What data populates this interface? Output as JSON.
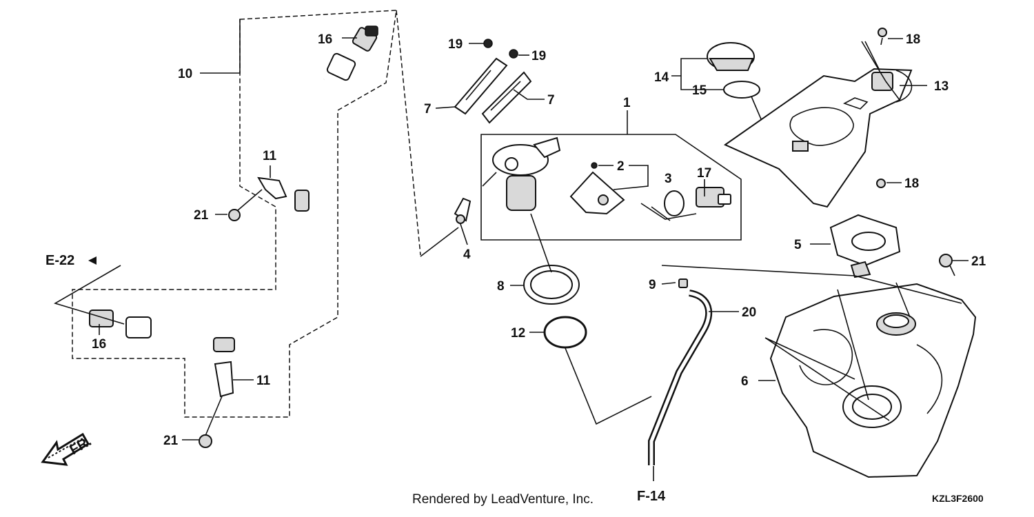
{
  "callouts": {
    "c1": "1",
    "c2": "2",
    "c3": "3",
    "c4": "4",
    "c5": "5",
    "c6": "6",
    "c7a": "7",
    "c7b": "7",
    "c8": "8",
    "c9": "9",
    "c10": "10",
    "c11a": "11",
    "c11b": "11",
    "c12": "12",
    "c13": "13",
    "c14": "14",
    "c15": "15",
    "c16a": "16",
    "c16b": "16",
    "c17": "17",
    "c18a": "18",
    "c18b": "18",
    "c19a": "19",
    "c19b": "19",
    "c20": "20",
    "c21a": "21",
    "c21b": "21",
    "c21c": "21"
  },
  "refs": {
    "e22": "E-22",
    "f14": "F-14",
    "front": "FR."
  },
  "footer": {
    "credit": "Rendered by LeadVenture, Inc.",
    "code": "KZL3F2600"
  }
}
